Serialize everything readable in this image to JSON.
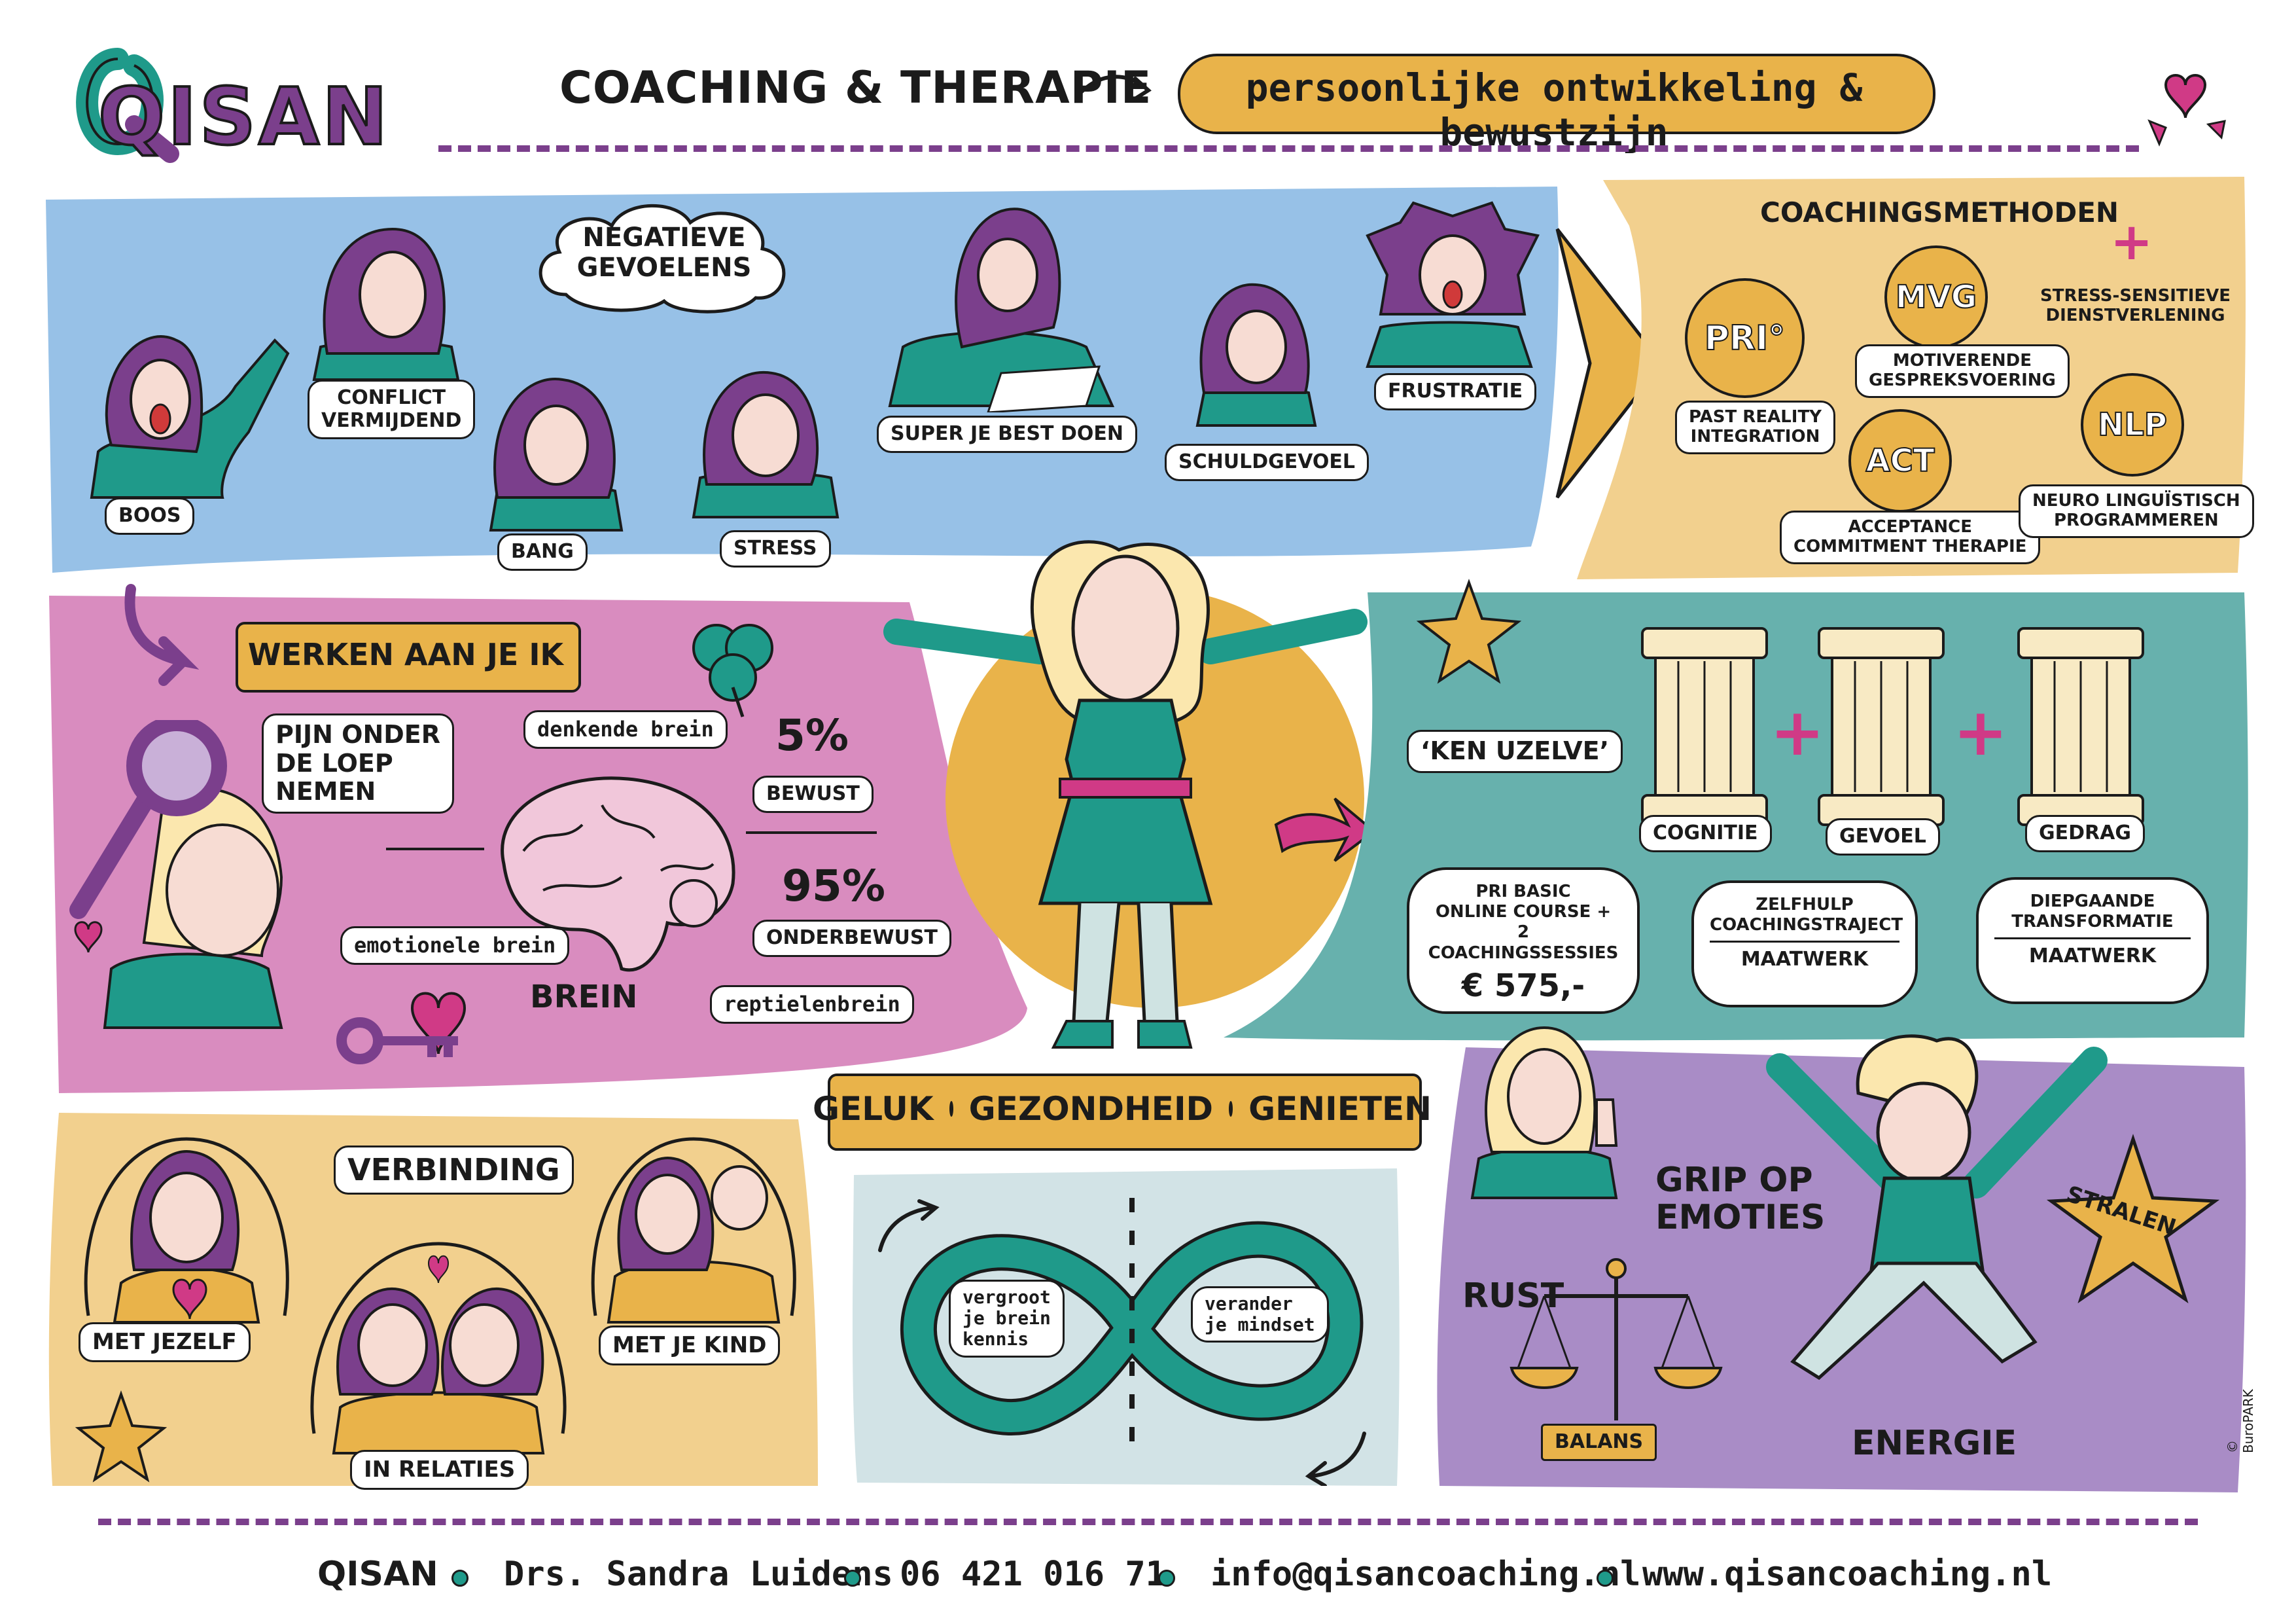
{
  "brand": {
    "logo": "QISAN",
    "colors": {
      "purple": "#7b3f8c",
      "teal": "#1f9a8a",
      "yellow": "#e9b34a",
      "blue": "#97c1e7",
      "pink": "#d98cbf",
      "sand": "#f2d08e",
      "lilac": "#a98cc6",
      "mint": "#d2e3e6"
    }
  },
  "header": {
    "title": "COACHING & THERAPIE",
    "tagline": "persoonlijke ontwikkeling & bewustzijn"
  },
  "feelings": {
    "cloud": "NEGATIEVE\nGEVOELENS",
    "items": [
      "BOOS",
      "CONFLICT\nVERMIJDEND",
      "BANG",
      "STRESS",
      "SUPER JE BEST DOEN",
      "SCHULDGEVOEL",
      "FRUSTRATIE"
    ]
  },
  "methods": {
    "title": "COACHINGSMETHODEN",
    "circles": [
      "PRI°",
      "MVG",
      "ACT",
      "NLP"
    ],
    "labels": [
      "PAST REALITY\nINTEGRATION",
      "MOTIVERENDE\nGESPREKSVOERING",
      "ACCEPTANCE\nCOMMITMENT THERAPIE",
      "NEURO LINGUÏSTISCH\nPROGRAMMEREN",
      "STRESS-SENSITIEVE\nDIENSTVERLENING"
    ],
    "plus": "+"
  },
  "werken": {
    "title": "WERKEN AAN JE IK",
    "loep": "PIJN ONDER\nDE LOEP\nNEMEN",
    "brain_top": "denkende brein",
    "brain_emotional": "emotionele brein",
    "brain_reptile": "reptielenbrein",
    "brain_label": "BREIN",
    "pct1": "5%",
    "pct1_label": "BEWUST",
    "pct2": "95%",
    "pct2_label": "ONDERBEWUST"
  },
  "ken": {
    "label": "‘KEN UZELVE’",
    "pillars": [
      "COGNITIE",
      "GEVOEL",
      "GEDRAG"
    ],
    "plus": "+",
    "offers": [
      {
        "lines": "PRI BASIC\nONLINE COURSE +\n2 COACHINGSSESSIES",
        "extra": "€ 575,-"
      },
      {
        "lines": "ZELFHULP\nCOACHINGSTRAJECT",
        "extra": "MAATWERK"
      },
      {
        "lines": "DIEPGAANDE\nTRANSFORMATIE",
        "extra": "MAATWERK"
      }
    ]
  },
  "motto": {
    "items": [
      "GELUK",
      "GEZONDHEID",
      "GENIETEN"
    ]
  },
  "verbinding": {
    "title": "VERBINDING",
    "items": [
      "MET JEZELF",
      "IN RELATIES",
      "MET JE KIND"
    ]
  },
  "infinity": {
    "left": "vergroot\nje brein\nkennis",
    "right": "verander\nje mindset"
  },
  "results": {
    "grip": "GRIP OP\nEMOTIES",
    "rust": "RUST",
    "balans": "BALANS",
    "energie": "ENERGIE",
    "stralen": "STRALEN"
  },
  "credit": "© BuroPARK",
  "footer": {
    "name": "QISAN",
    "person": "Drs. Sandra Luidens",
    "phone": "06 421 016 71",
    "email": "info@qisancoaching.nl",
    "web": "www.qisancoaching.nl"
  }
}
